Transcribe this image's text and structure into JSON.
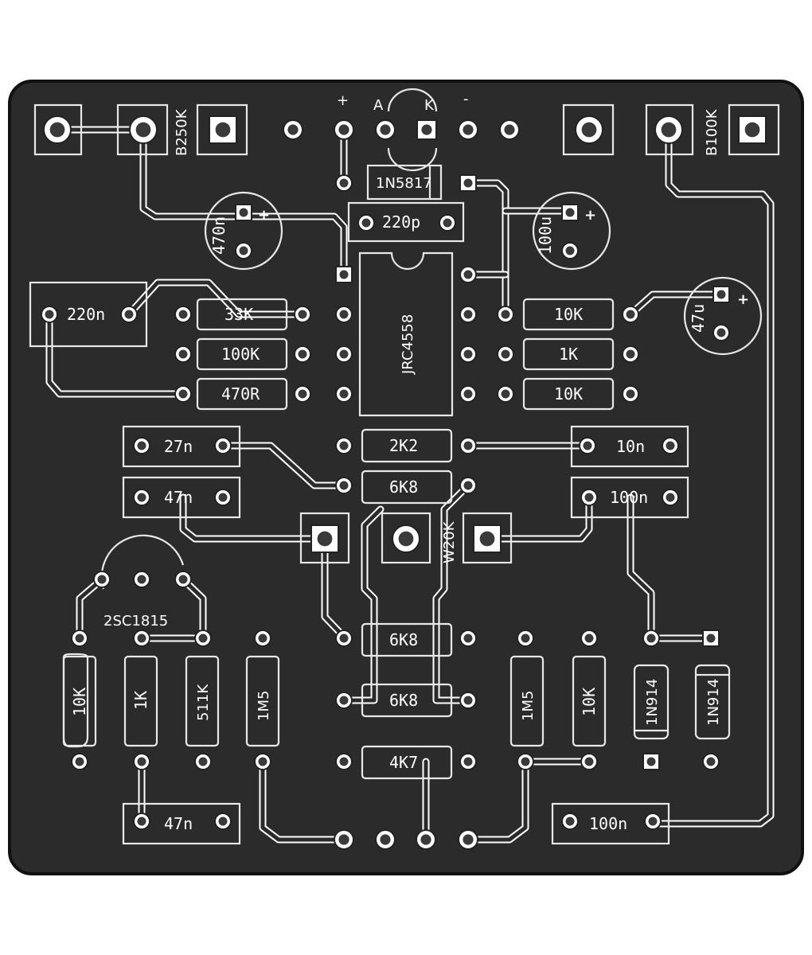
{
  "colors": {
    "board": "#2b2b2b",
    "silk": "#ffffff",
    "pad_ring": "#ffffff",
    "hole": "#111111",
    "page": "#ffffff"
  },
  "header_labels": {
    "pot_left": "B250K",
    "pot_right": "B100K",
    "plus": "+",
    "minus": "-",
    "anode": "A",
    "kathode": "K"
  },
  "components": {
    "d_1n5817": "1N5817",
    "c_220p": "220p",
    "c_470n": "470n",
    "c_100u": "100u",
    "c_47u": "47u",
    "c_220n": "220n",
    "r_33k": "33K",
    "r_100k": "100K",
    "r_470r": "470R",
    "ic_jrc4558": "JRC4558",
    "r_10k_a": "10K",
    "r_1k_a": "1K",
    "r_10k_b": "10K",
    "c_27n": "27n",
    "c_47n_a": "47n",
    "r_2k2": "2K2",
    "r_6k8_a": "6K8",
    "c_10n": "10n",
    "c_100n_a": "100n",
    "pot_w20k": "W20K",
    "q_2sc1815": "2SC1815",
    "r_10k_c": "10K",
    "r_1k_b": "1K",
    "r_511k": "511K",
    "r_1m5_a": "1M5",
    "r_6k8_b": "6K8",
    "r_6k8_c": "6K8",
    "r_4k7": "4K7",
    "r_1m5_b": "1M5",
    "r_10k_d": "10K",
    "d_1n914_a": "1N914",
    "d_1n914_b": "1N914",
    "c_47n_b": "47n",
    "c_100n_b": "100n"
  }
}
